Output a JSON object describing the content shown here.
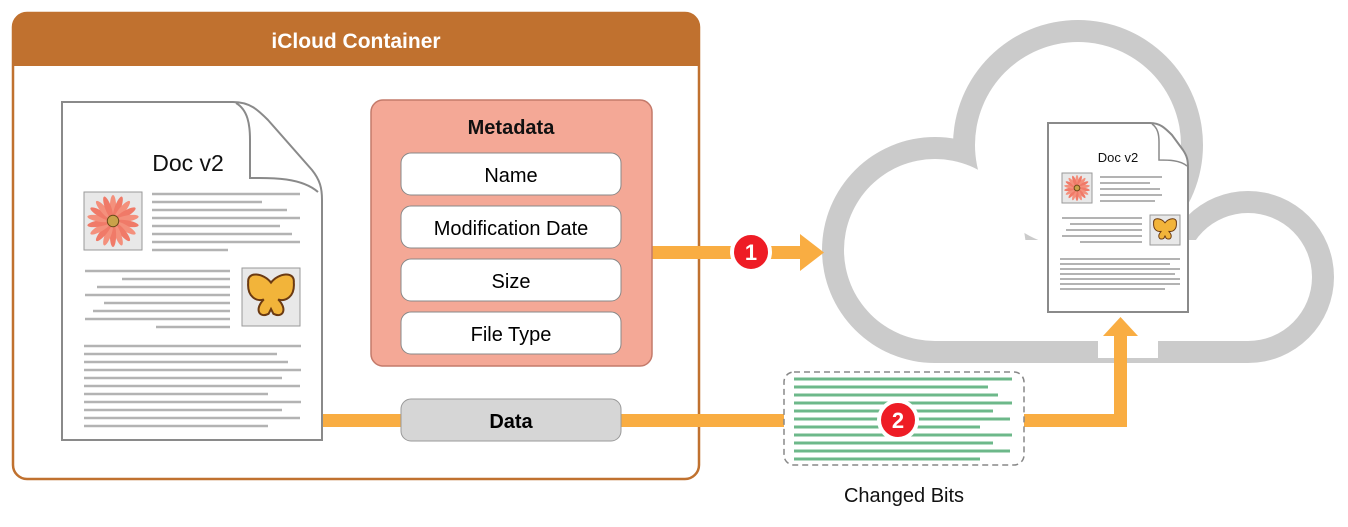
{
  "container": {
    "title": "iCloud Container"
  },
  "local_doc": {
    "title": "Doc v2"
  },
  "metadata": {
    "title": "Metadata",
    "fields": [
      "Name",
      "Modification Date",
      "Size",
      "File Type"
    ]
  },
  "data_label": "Data",
  "steps": [
    "1",
    "2"
  ],
  "changed_bits": {
    "label": "Changed Bits"
  },
  "cloud_doc": {
    "title": "Doc v2"
  },
  "colors": {
    "container": "#c0712f",
    "metadata_fill": "#f4a896",
    "arrow": "#f9ad42",
    "badge": "#ee1c25",
    "cloud": "#cbcbcb",
    "changed_bits": "#6db88a"
  }
}
